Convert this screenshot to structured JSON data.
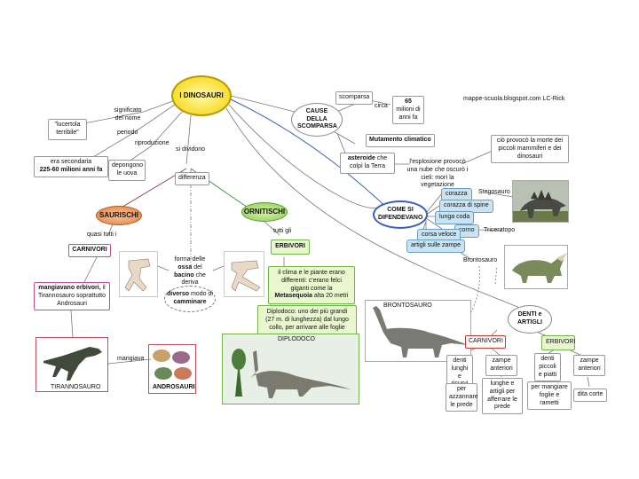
{
  "central": "I DINOSAURI",
  "credits": "mappe-scuola.blogspot.com  LC-Rick",
  "meaning": {
    "link": "significato del nome",
    "value": "\"lucertola terribile\""
  },
  "period": {
    "link": "periodo",
    "line1": "era secondaria",
    "line2": "225-60 milioni anni fa"
  },
  "reproduction": {
    "link": "riproduzione",
    "value": "depongono le uova"
  },
  "divide": {
    "link": "si dividono",
    "diff": "differenza"
  },
  "saurischi": {
    "title": "SAURISCHI",
    "link": "quasi tutti i",
    "carnivori": "CARNIVORI",
    "eat_bold": "mangiavano erbivori,",
    "eat_rest": "il Tirannosauro soprattutto Androsauri",
    "tiranno": "TIRANNOSAURO",
    "mangiava": "mangiava",
    "andro": "ANDROSAURI"
  },
  "ornitischi": {
    "title": "ORNITISCHI",
    "link": "tutti gli",
    "erbivori": "ERBIVORI",
    "clima_1": "il clima e le piante erano differenti: c'erano felci giganti come la",
    "clima_bold": "Metasequoia",
    "clima_2": "alta 20 metri",
    "diplo_text": "Diplodoco: uno dei più grandi (27 m. di lunghezza) dal lungo collo, per arrivare alle foglie",
    "diplo_cap": "DIPLODOCO"
  },
  "bacino": {
    "p1": "forma delle",
    "bold1": "ossa",
    "p2": "del",
    "bold2": "bacino",
    "p3": "che deriva",
    "diverso1": "diverso",
    "diverso2": "modo di",
    "diverso3": "camminare"
  },
  "cause": {
    "title": "CAUSE DELLA SCOMPARSA",
    "scomparsa": "scomparsa",
    "circa": "circa",
    "years_bold": "65",
    "years_rest": "milioni di anni fa",
    "clima": "Mutamento climatico",
    "asteroide_bold": "asteroide",
    "asteroide_rest": "che colpì la Terra",
    "esplosione": "l'esplosione provocò una nube che oscurò i cieli: morì la vegetazione",
    "morte": "ciò provocò la morte dei piccoli mammiferi e dei dinosauri"
  },
  "difesa": {
    "title": "COME SI DIFENDEVANO",
    "items": [
      "corazza",
      "corazza di spine",
      "lunga coda",
      "corno",
      "corsa veloce",
      "artigli sulle zampe"
    ],
    "stego": "Stegosauro",
    "trice": "Triceratopo",
    "bronto": "Brontosauro",
    "bronto_cap": "BRONTOSAURO"
  },
  "denti": {
    "title": "DENTI e ARTIGLI",
    "carnivori": "CARNIVORI",
    "erbivori": "ERBIVORI",
    "c_denti": "denti lunghi e ricurvi",
    "c_zampe": "zampe anteriori",
    "c_denti_use": "per azzannare le prede",
    "c_zampe_use": "lunghe e artigli per afferrare le prede",
    "e_denti": "denti piccoli e piatti",
    "e_zampe": "zampe anteriori",
    "e_denti_use": "per mangiare foglie e rametti",
    "e_zampe_use": "dita corte"
  },
  "colors": {
    "central": "#f4d200",
    "saurischi": "#e07c3b",
    "ornitischi": "#8acd4c",
    "erbivori_bg": "#e9f7cf",
    "difesa_bg": "#c9e3f2"
  }
}
